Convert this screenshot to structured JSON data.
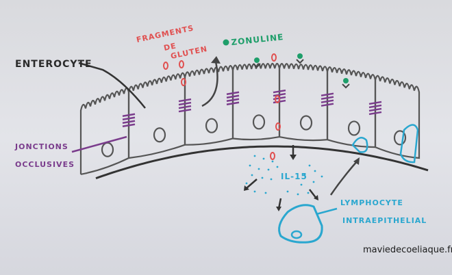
{
  "labels": {
    "enterocyte": "ENTEROCYTE",
    "fragments": "FRAGMENTS",
    "de": "DE",
    "gluten": "GLUTEN",
    "zonuline": "ZONULINE",
    "jonctions": "JONCTIONS",
    "occlusives": "OCCLUSIVES",
    "il15": "IL-15",
    "lymphocyte": "LYMPHOCYTE",
    "intraepithelial": "INTRAEPITHELIAL"
  },
  "credit": "maviedecoeliaque.fr",
  "colors": {
    "cell": "#5a5a5a",
    "gluten": "#e05050",
    "zonuline": "#1e9e6a",
    "junction": "#7a3c8c",
    "il15": "#2aa7cf"
  }
}
